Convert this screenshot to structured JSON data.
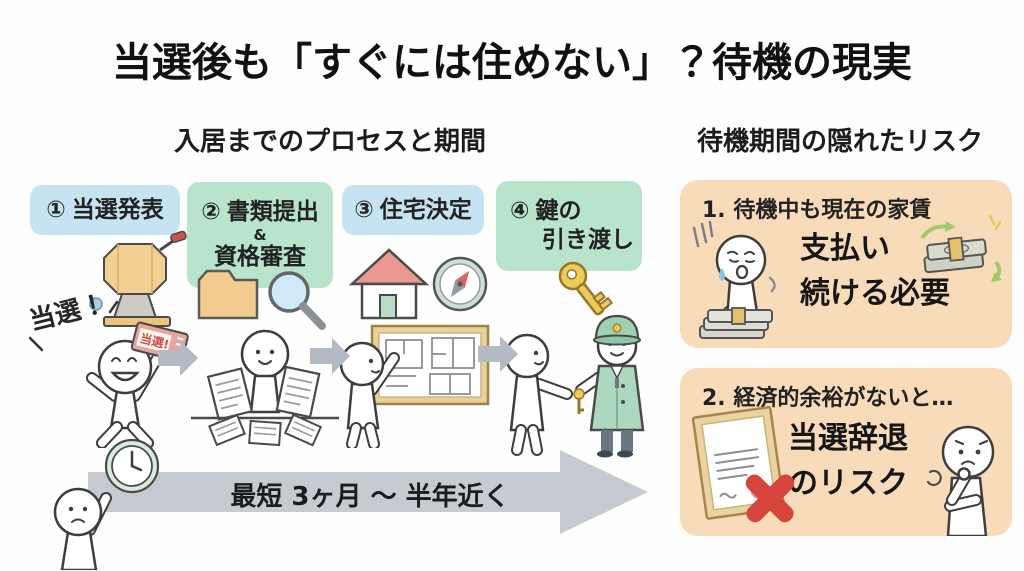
{
  "title": "当選後も「すぐには住めない」？待機の現実",
  "process": {
    "heading": "入居までのプロセスと期間",
    "steps": [
      {
        "number": "①",
        "lines": [
          "当選発表"
        ]
      },
      {
        "number": "②",
        "lines": [
          "書類提出",
          "&",
          "資格審査"
        ]
      },
      {
        "number": "③",
        "lines": [
          "住宅決定"
        ]
      },
      {
        "number": "④",
        "lines": [
          "鍵の",
          "引き渡し"
        ]
      }
    ],
    "shout_text": "当選！",
    "ticket_text": "当選!",
    "timeline_label": "最短 3ヶ月 〜 半年近く"
  },
  "risks": {
    "heading": "待機期間の隠れたリスク",
    "items": [
      {
        "title": "1. 待機中も現在の家賃",
        "em_lines": [
          "支払い",
          "続ける必要"
        ]
      },
      {
        "title": "2. 経済的余裕がないと…",
        "em_lines": [
          "当選辞退",
          "のリスク"
        ]
      }
    ]
  },
  "icons": [
    "lottery-machine-icon",
    "winner-ticket-icon",
    "folder-icon",
    "magnifier-icon",
    "house-icon",
    "compass-icon",
    "floorplan-board-icon",
    "key-icon",
    "officer-figure",
    "clock-icon",
    "money-stack-icon",
    "money-bundle-icon",
    "certificate-icon",
    "red-x-icon"
  ],
  "colors": {
    "step_blue": "#c6e3f2",
    "step_green": "#b7e4ca",
    "risk_bg": "#f8dcba",
    "arrow_gray": "#b4bac3",
    "timeline_gray": "#c6cbd2",
    "accent_red": "#d6453d",
    "key_yellow": "#eccb5c",
    "uniform_green": "#abd8bf"
  }
}
